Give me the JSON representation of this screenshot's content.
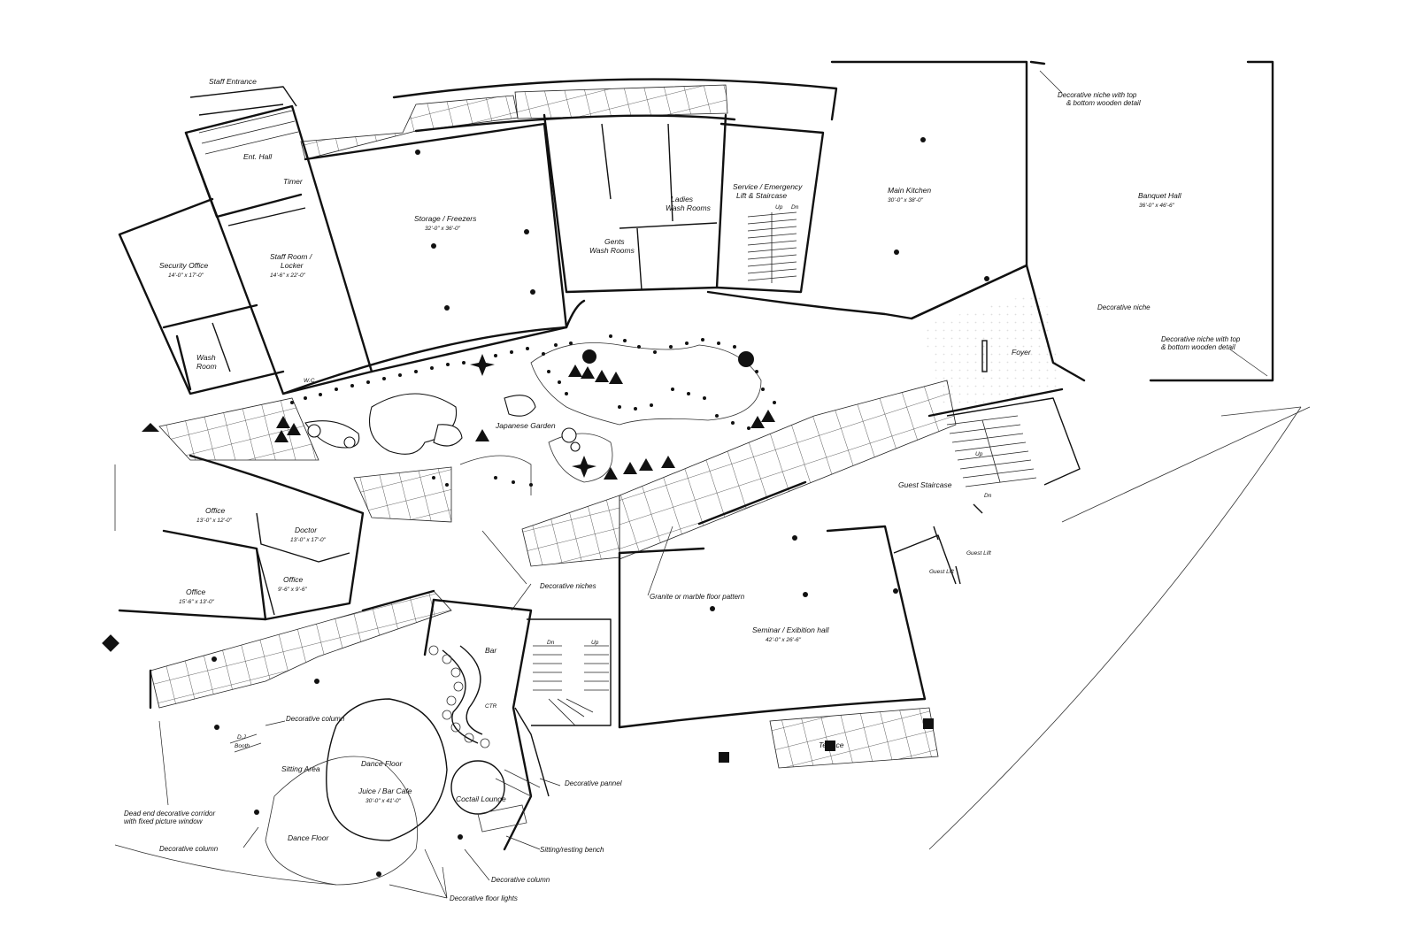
{
  "rooms": {
    "staff_entrance": "Staff Entrance",
    "ent_hall": "Ent. Hall",
    "timer": "Timer",
    "security_office": "Security Office",
    "security_office_dim": "14'-0\" x 17'-0\"",
    "staff_room": "Staff Room /",
    "staff_room_2": "Locker",
    "staff_room_dim": "14'-6\" x 22'-0\"",
    "wash_room": "Wash",
    "wash_room_2": "Room",
    "wc": "W.C",
    "storage": "Storage / Freezers",
    "storage_dim": "32'-0\" x 36'-0\"",
    "ladies_wash": "Ladies",
    "ladies_wash_2": "Wash Rooms",
    "gents_wash": "Gents",
    "gents_wash_2": "Wash Rooms",
    "service_lift": "Service / Emergency",
    "service_lift_2": "Lift & Staircase",
    "up": "Up",
    "dn": "Dn",
    "main_kitchen": "Main Kitchen",
    "main_kitchen_dim": "30'-0\" x 38'-0\"",
    "banquet_hall": "Banquet Hall",
    "banquet_hall_dim": "36'-0\" x 46'-6\"",
    "foyer": "Foyer",
    "japanese_garden": "Japanese Garden",
    "guest_staircase": "Guest Staircase",
    "guest_lift": "Guest Lift",
    "guest_lift_2": "Guest Lift",
    "office_1": "Office",
    "office_1_dim": "13'-0\" x 12'-0\"",
    "doctor": "Doctor",
    "doctor_dim": "13'-0\" x 17'-0\"",
    "office_2": "Office",
    "office_2_dim": "9'-6\" x 9'-6\"",
    "office_3": "Office",
    "office_3_dim": "15'-6\" x 13'-0\"",
    "seminar_hall": "Seminar / Exibition hall",
    "seminar_hall_dim": "42'-0\" x 26'-6\"",
    "bar": "Bar",
    "dj_booth": "D.J",
    "dj_booth_2": "Booth",
    "sitting_area": "Sitting Area",
    "dance_floor": "Dance Floor",
    "juice_bar": "Juice / Bar Cafe",
    "juice_bar_dim": "30'-0\" x 41'-0\"",
    "cocktail_lounge": "Coctail Lounge",
    "dance_floor_2": "Dance Floor",
    "terrace": "Terrace",
    "ctr": "CTR"
  },
  "notes": {
    "niche_top": "Decorative niche with top",
    "niche_top_2": "& bottom wooden detail",
    "decorative_niche": "Decorative niche",
    "niche_bottom": "Decorative niche with top",
    "niche_bottom_2": "& bottom wooden detail",
    "decorative_niches": "Decorative niches",
    "granite": "Granite or marble floor pattern",
    "decorative_column_1": "Decorative column",
    "decorative_pannel": "Decorative pannel",
    "dead_end": "Dead end decorative corridor",
    "dead_end_2": "with fixed picture window",
    "decorative_column_2": "Decorative column",
    "sitting_bench": "Sitting/resting bench",
    "decorative_column_3": "Decorative column",
    "floor_lights": "Decorative floor lights"
  },
  "colors": {
    "line": "#111111",
    "paper": "#ffffff"
  }
}
